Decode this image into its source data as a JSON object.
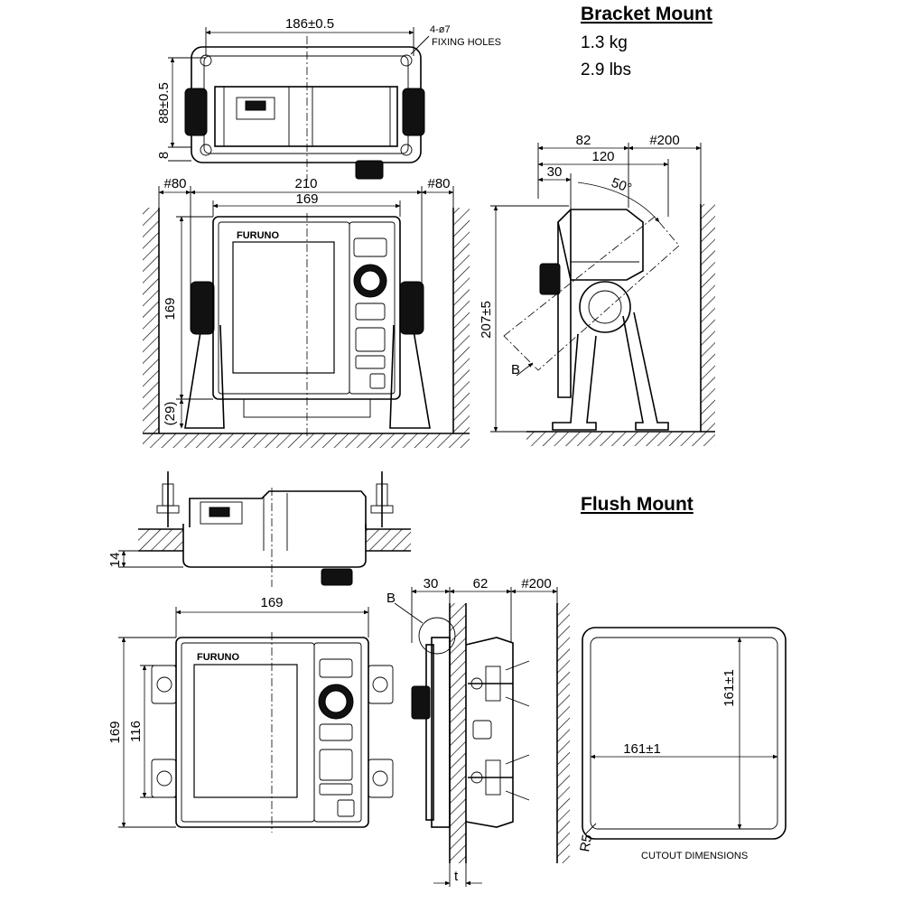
{
  "bracket_mount": {
    "heading": "Bracket Mount",
    "weight_kg": "1.3 kg",
    "weight_lbs": "2.9 lbs"
  },
  "flush_mount": {
    "heading": "Flush Mount"
  },
  "brand": "FURUNO",
  "bracket_top_view": {
    "width": "186±0.5",
    "holes": "4-ø7",
    "holes_label": "FIXING HOLES",
    "depth": "88±0.5",
    "offset": "8"
  },
  "bracket_front_view": {
    "clear_left": "#80",
    "clear_right": "#80",
    "overall_width": "210",
    "unit_width": "169",
    "unit_height": "169",
    "base_height": "(29)"
  },
  "bracket_side_view": {
    "depth_82": "82",
    "clear_200": "#200",
    "depth_120": "120",
    "depth_30": "30",
    "tilt": "50°",
    "height": "207±5",
    "view_b": "B"
  },
  "flush_top_view": {
    "protrusion": "14"
  },
  "flush_front_view": {
    "width": "169",
    "height": "169",
    "clamp_spacing": "116"
  },
  "flush_side_view": {
    "depth_30": "30",
    "depth_62": "62",
    "clear_200": "#200",
    "detail_b": "B",
    "thickness": "t"
  },
  "cutout": {
    "width": "161±1",
    "height": "161±1",
    "radius": "R5",
    "caption": "CUTOUT DIMENSIONS"
  }
}
